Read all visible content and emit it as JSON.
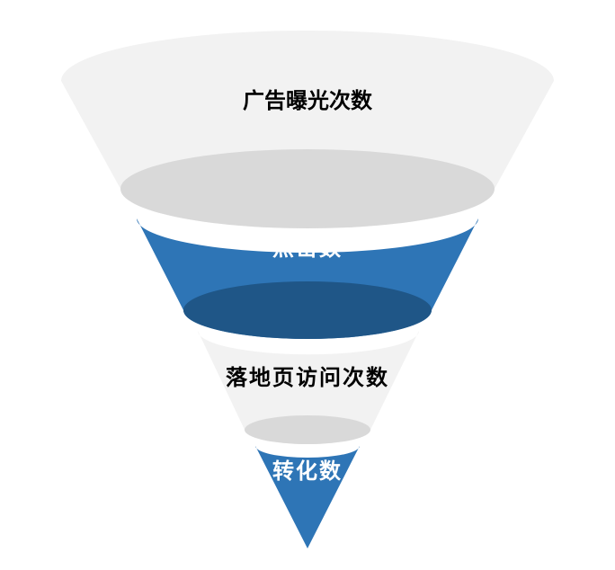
{
  "funnel": {
    "stages": [
      {
        "label": "广告曝光次数",
        "fill": "#f2f2f2",
        "rim": "#d9d9d9",
        "text_color": "#000000"
      },
      {
        "label": "点击数",
        "fill": "#2e75b6",
        "rim": "#1f5687",
        "text_color": "#ffffff"
      },
      {
        "label": "落地页访问次数",
        "fill": "#f2f2f2",
        "rim": "#d9d9d9",
        "text_color": "#000000"
      },
      {
        "label": "转化数",
        "fill": "#2e75b6",
        "rim": "#1f5687",
        "text_color": "#ffffff"
      }
    ]
  }
}
